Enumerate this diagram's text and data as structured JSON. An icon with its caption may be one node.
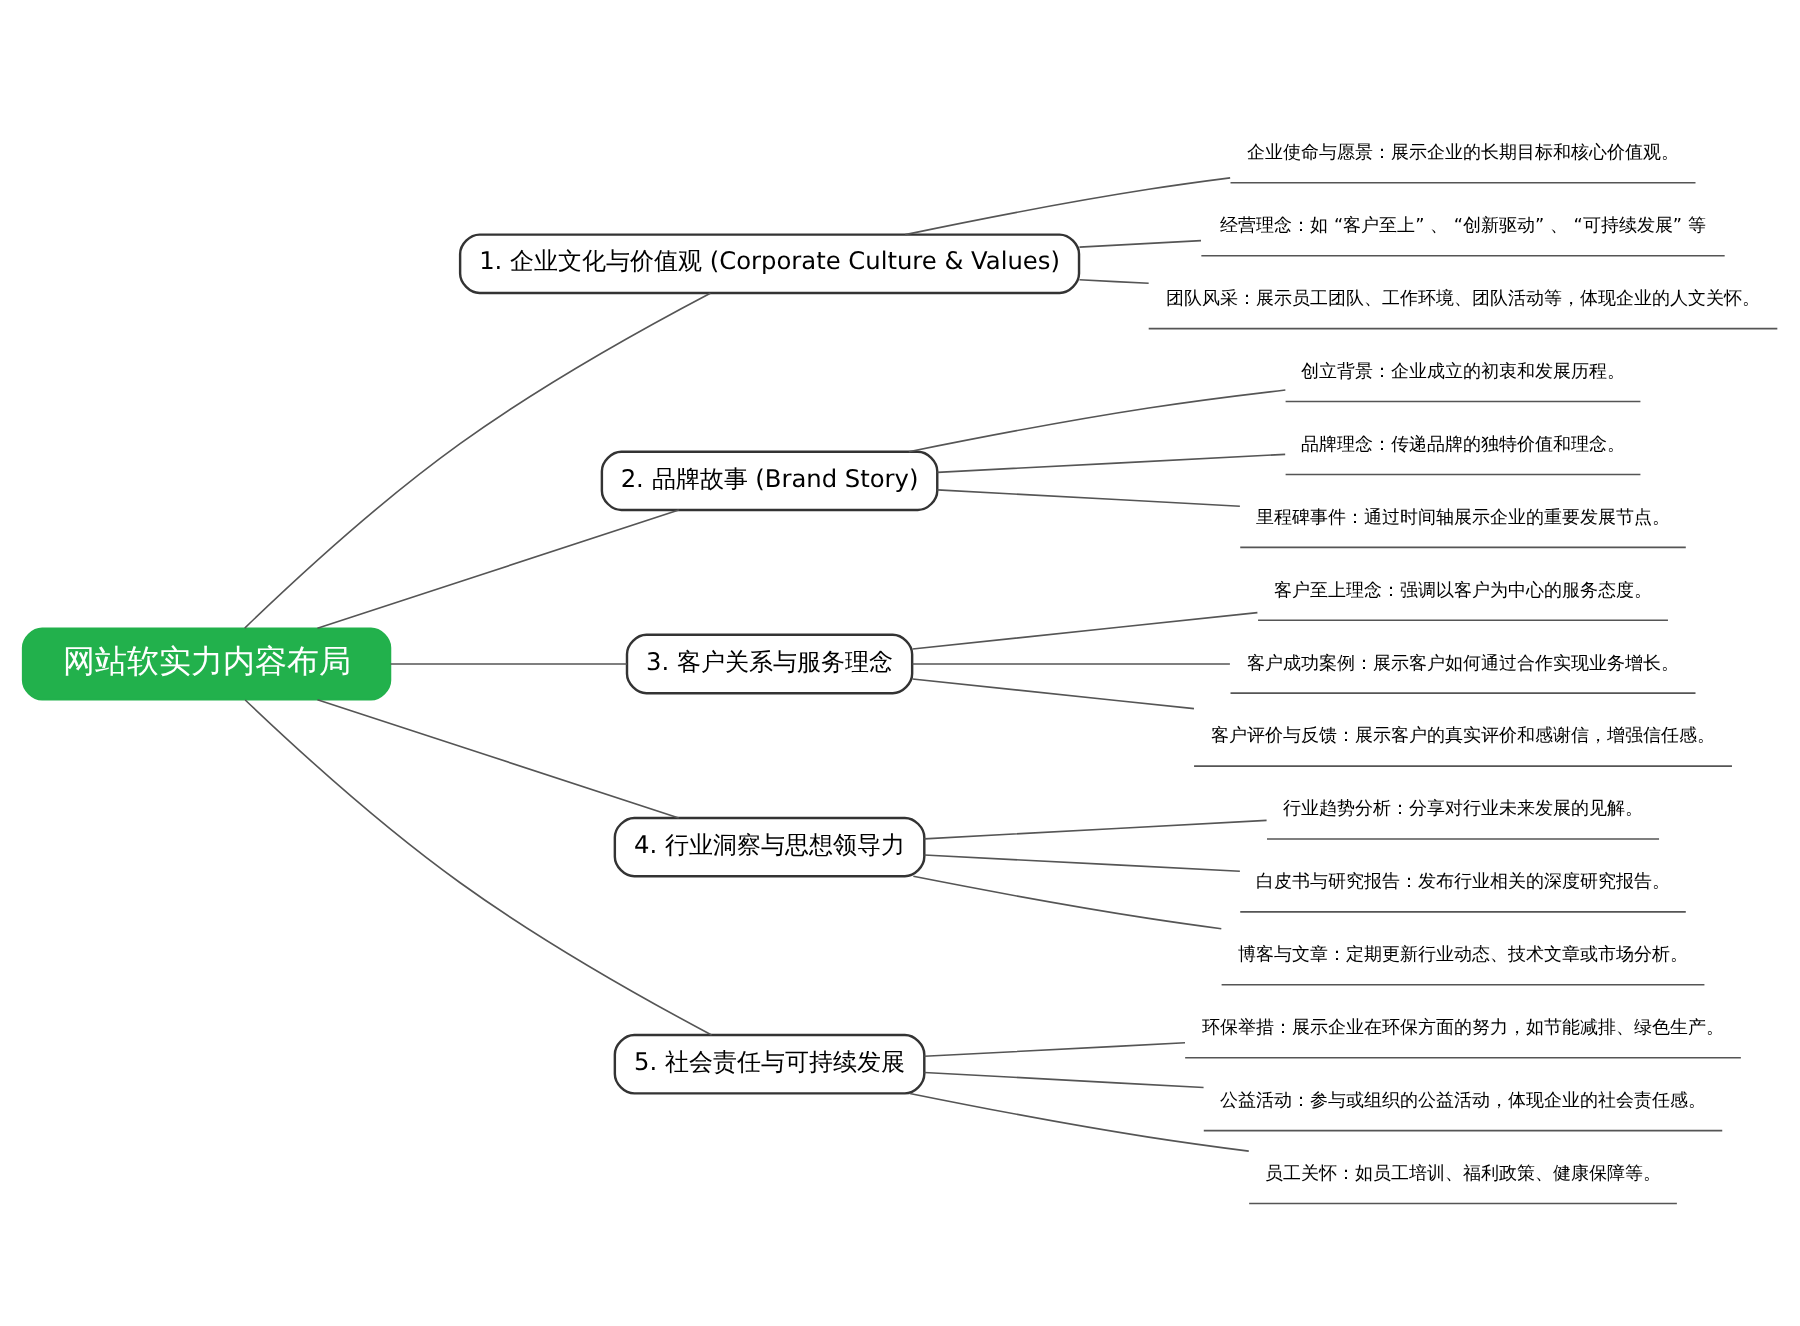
{
  "diagram": {
    "nodes": [
      {
        "text": [
          "网站软实力内容布局"
        ]
      },
      {
        "text": [
          "1. 企业文化与价值观 (Corporate Culture & Values)"
        ]
      },
      {
        "text": [
          "企业使命与愿景：展示企业的长期目标和核心价值观。"
        ]
      },
      {
        "text": [
          "经营理念：如 “客户至上” 、 “创新驱动” 、 “可持续发展” 等"
        ]
      },
      {
        "text": [
          "团队风采：展示员工团队、工作环境、团队活动等，体现企业的人文关怀。"
        ]
      },
      {
        "text": [
          "2. 品牌故事 (Brand Story)"
        ]
      },
      {
        "text": [
          "创立背景：企业成立的初衷和发展历程。"
        ]
      },
      {
        "text": [
          "品牌理念：传递品牌的独特价值和理念。"
        ]
      },
      {
        "text": [
          "里程碑事件：通过时间轴展示企业的重要发展节点。"
        ]
      },
      {
        "text": [
          "3. 客户关系与服务理念"
        ]
      },
      {
        "text": [
          "客户至上理念：强调以客户为中心的服务态度。"
        ]
      },
      {
        "text": [
          "客户成功案例：展示客户如何通过合作实现业务增长。"
        ]
      },
      {
        "text": [
          "客户评价与反馈：展示客户的真实评价和感谢信，增强信任感。"
        ]
      },
      {
        "text": [
          "4. 行业洞察与思想领导力"
        ]
      },
      {
        "text": [
          "行业趋势分析：分享对行业未来发展的见解。"
        ]
      },
      {
        "text": [
          "白皮书与研究报告：发布行业相关的深度研究报告。"
        ]
      },
      {
        "text": [
          "博客与文章：定期更新行业动态、技术文章或市场分析。"
        ]
      },
      {
        "text": [
          "5. 社会责任与可持续发展"
        ]
      },
      {
        "text": [
          "环保举措：展示企业在环保方面的努力，如节能减排、绿色生产。"
        ]
      },
      {
        "text": [
          "公益活动：参与或组织的公益活动，体现企业的社会责任感。"
        ]
      },
      {
        "text": [
          "员工关怀：如员工培训、福利政策、健康保障等。"
        ]
      }
    ],
    "edges": [
      {
        "from": 0,
        "to": 1,
        "arrow": "none"
      },
      {
        "from": 1,
        "to": 2,
        "arrow": "none"
      },
      {
        "from": 1,
        "to": 3,
        "arrow": "none"
      },
      {
        "from": 1,
        "to": 4,
        "arrow": "none"
      },
      {
        "from": 0,
        "to": 5,
        "arrow": "none"
      },
      {
        "from": 5,
        "to": 6,
        "arrow": "none"
      },
      {
        "from": 5,
        "to": 7,
        "arrow": "none"
      },
      {
        "from": 5,
        "to": 8,
        "arrow": "none"
      },
      {
        "from": 0,
        "to": 9,
        "arrow": "none"
      },
      {
        "from": 9,
        "to": 10,
        "arrow": "none"
      },
      {
        "from": 9,
        "to": 11,
        "arrow": "none"
      },
      {
        "from": 9,
        "to": 12,
        "arrow": "none"
      },
      {
        "from": 0,
        "to": 13,
        "arrow": "none"
      },
      {
        "from": 13,
        "to": 14,
        "arrow": "none"
      },
      {
        "from": 13,
        "to": 15,
        "arrow": "none"
      },
      {
        "from": 13,
        "to": 16,
        "arrow": "none"
      },
      {
        "from": 0,
        "to": 17,
        "arrow": "none"
      },
      {
        "from": 17,
        "to": 18,
        "arrow": "none"
      },
      {
        "from": 17,
        "to": 19,
        "arrow": "none"
      },
      {
        "from": 17,
        "to": 20,
        "arrow": "none"
      }
    ]
  }
}
